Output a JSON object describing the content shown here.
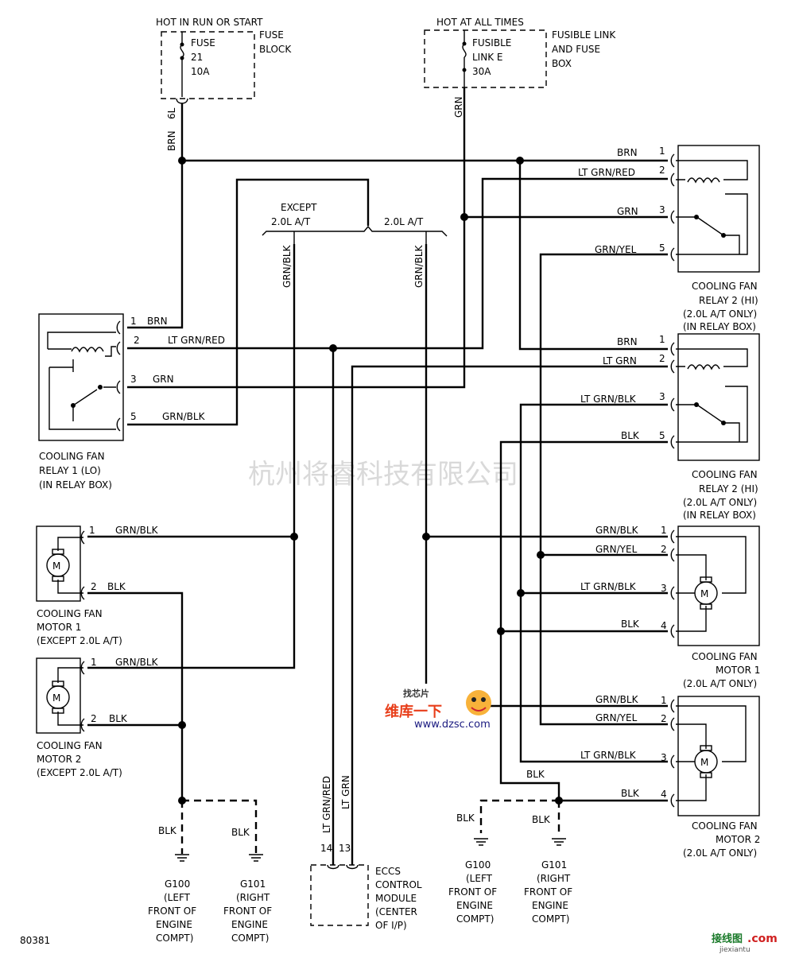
{
  "fuse_block": {
    "power_note": "HOT IN RUN OR START",
    "fuse_name": "FUSE",
    "fuse_number": "21",
    "fuse_rating": "10A",
    "box_label_1": "FUSE",
    "box_label_2": "BLOCK",
    "connector": "6L",
    "wire_out": "BRN"
  },
  "fusible_link": {
    "power_note": "HOT AT ALL TIMES",
    "name_1": "FUSIBLE",
    "name_2": "LINK E",
    "rating": "30A",
    "box_label_1": "FUSIBLE LINK",
    "box_label_2": "AND FUSE",
    "box_label_3": "BOX",
    "wire_out": "GRN"
  },
  "variant_split": {
    "except_label_1": "EXCEPT",
    "except_label_2": "2.0L A/T",
    "only_label": "2.0L A/T",
    "wire_except": "GRN/BLK",
    "wire_only": "GRN/BLK"
  },
  "relay_1_lo": {
    "label_1": "COOLING FAN",
    "label_2": "RELAY 1 (LO)",
    "label_3": "(IN RELAY BOX)",
    "pins": [
      {
        "num": "1",
        "wire": "BRN"
      },
      {
        "num": "2",
        "wire": "LT GRN/RED"
      },
      {
        "num": "3",
        "wire": "GRN"
      },
      {
        "num": "5",
        "wire": "GRN/BLK"
      }
    ]
  },
  "relay_2_hi_top": {
    "label_1": "COOLING FAN",
    "label_2": "RELAY 2 (HI)",
    "label_3": "(2.0L A/T ONLY)",
    "label_4": "(IN RELAY BOX)",
    "pins": [
      {
        "num": "1",
        "wire": "BRN"
      },
      {
        "num": "2",
        "wire": "LT GRN/RED"
      },
      {
        "num": "3",
        "wire": "GRN"
      },
      {
        "num": "5",
        "wire": "GRN/YEL"
      }
    ]
  },
  "relay_2_hi_bottom": {
    "label_1": "COOLING FAN",
    "label_2": "RELAY 2 (HI)",
    "label_3": "(2.0L A/T ONLY)",
    "label_4": "(IN RELAY BOX)",
    "pins": [
      {
        "num": "1",
        "wire": "BRN"
      },
      {
        "num": "2",
        "wire": "LT GRN"
      },
      {
        "num": "3",
        "wire": "LT GRN/BLK"
      },
      {
        "num": "5",
        "wire": "BLK"
      }
    ]
  },
  "motor_1_except": {
    "symbol": "M",
    "label_1": "COOLING FAN",
    "label_2": "MOTOR 1",
    "label_3": "(EXCEPT 2.0L A/T)",
    "pins": [
      {
        "num": "1",
        "wire": "GRN/BLK"
      },
      {
        "num": "2",
        "wire": "BLK"
      }
    ]
  },
  "motor_2_except": {
    "symbol": "M",
    "label_1": "COOLING FAN",
    "label_2": "MOTOR 2",
    "label_3": "(EXCEPT 2.0L A/T)",
    "pins": [
      {
        "num": "1",
        "wire": "GRN/BLK"
      },
      {
        "num": "2",
        "wire": "BLK"
      }
    ]
  },
  "motor_1_only": {
    "symbol": "M",
    "label_1": "COOLING FAN",
    "label_2": "MOTOR 1",
    "label_3": "(2.0L A/T ONLY)",
    "pins": [
      {
        "num": "1",
        "wire": "GRN/BLK"
      },
      {
        "num": "2",
        "wire": "GRN/YEL"
      },
      {
        "num": "3",
        "wire": "LT GRN/BLK"
      },
      {
        "num": "4",
        "wire": "BLK"
      }
    ]
  },
  "motor_2_only": {
    "symbol": "M",
    "label_1": "COOLING FAN",
    "label_2": "MOTOR 2",
    "label_3": "(2.0L A/T ONLY)",
    "pins": [
      {
        "num": "1",
        "wire": "GRN/BLK"
      },
      {
        "num": "2",
        "wire": "GRN/YEL"
      },
      {
        "num": "3",
        "wire": "LT GRN/BLK"
      },
      {
        "num": "4",
        "wire": "BLK"
      }
    ]
  },
  "ground_left": {
    "wire_in": "BLK",
    "wire_g100": "BLK",
    "wire_g101": "BLK",
    "g100": {
      "name": "G100",
      "l1": "(LEFT",
      "l2": "FRONT OF",
      "l3": "ENGINE",
      "l4": "COMPT)"
    },
    "g101": {
      "name": "G101",
      "l1": "(RIGHT",
      "l2": "FRONT OF",
      "l3": "ENGINE",
      "l4": "COMPT)"
    }
  },
  "ground_right": {
    "wire_in": "BLK",
    "wire_g100": "BLK",
    "wire_g101": "BLK",
    "g100": {
      "name": "G100",
      "l1": "(LEFT",
      "l2": "FRONT OF",
      "l3": "ENGINE",
      "l4": "COMPT)"
    },
    "g101": {
      "name": "G101",
      "l1": "(RIGHT",
      "l2": "FRONT OF",
      "l3": "ENGINE",
      "l4": "COMPT)"
    }
  },
  "eccs": {
    "label_1": "ECCS",
    "label_2": "CONTROL",
    "label_3": "MODULE",
    "label_4": "(CENTER",
    "label_5": "OF I/P)",
    "pin_14": "14",
    "pin_13": "13",
    "wire_14": "LT GRN/RED",
    "wire_13": "LT GRN"
  },
  "diagram_code": "80381",
  "watermark_text": "杭州将睿科技有限公司",
  "logo": {
    "line_1": "找芯片",
    "line_2": "维库一下",
    "url": "www.dzsc.com"
  },
  "corner_logo": {
    "text_1": "接线图",
    "text_2": ".com",
    "text_3": "jiexiantu"
  }
}
